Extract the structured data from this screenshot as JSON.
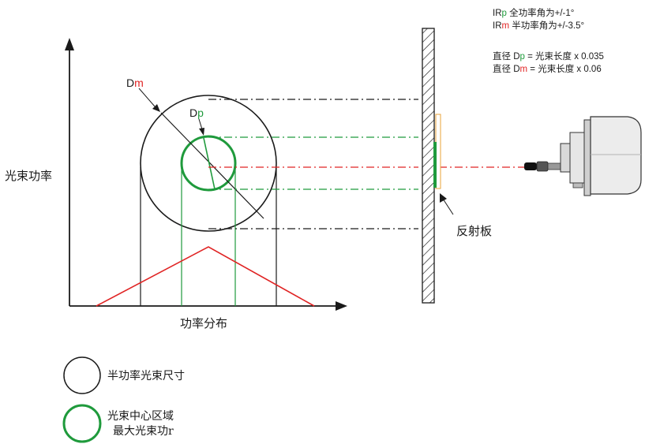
{
  "colors": {
    "red": "#e02424",
    "green": "#1f9a3c",
    "black": "#1a1a1a",
    "orange": "#e8a33a"
  },
  "info": {
    "line1_prefix": "IR",
    "line1_sub": "p",
    "line1_text": " 全功率角为+/-1°",
    "line2_prefix": "IR",
    "line2_sub": "m",
    "line2_text": " 半功率角为+/-3.5°",
    "line3_prefix": "直径 D",
    "line3_sub": "p",
    "line3_text": " = 光束长度 x 0.035",
    "line4_prefix": "直径 D",
    "line4_sub": "m",
    "line4_text": " = 光束长度 x 0.06"
  },
  "labels": {
    "dm_d": "D",
    "dm_m": "m",
    "dp_d": "D",
    "dp_p": "p",
    "y_axis": "光束功率",
    "x_axis": "功率分布",
    "reflector": "反射板"
  },
  "legend": {
    "half_power": "半功率光束尺寸",
    "center_line1": "光束中心区域",
    "center_line2": "最大光束功r"
  }
}
